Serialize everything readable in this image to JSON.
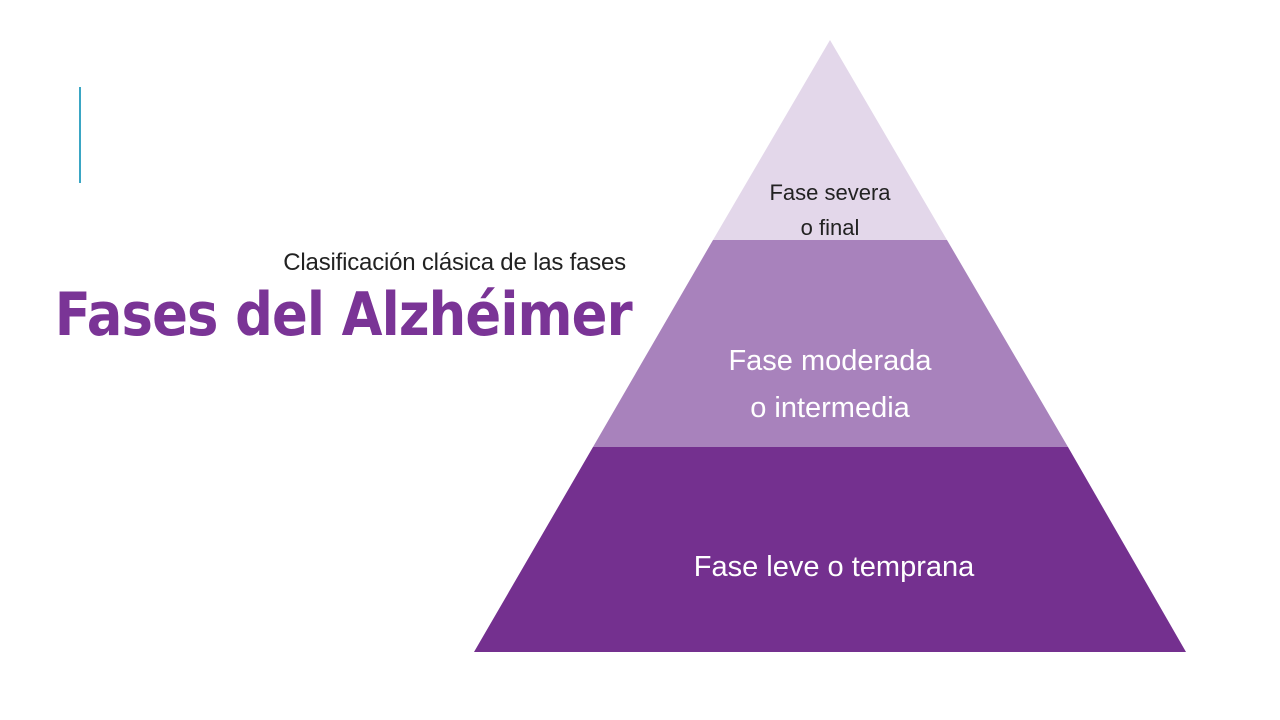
{
  "slide": {
    "subtitle": "Clasificación clásica de las fases",
    "title": "Fases del Alzhéimer",
    "accent_color": "#3aa6c4",
    "title_color": "#7a3496"
  },
  "pyramid": {
    "tiers": [
      {
        "lines": [
          "Fase severa",
          "o final"
        ],
        "color": "#e3d7ea",
        "text_color": "#222222"
      },
      {
        "lines": [
          "Fase moderada",
          "o intermedia"
        ],
        "color": "#a882bc",
        "text_color": "#ffffff"
      },
      {
        "lines": [
          "Fase leve o temprana"
        ],
        "color": "#74308f",
        "text_color": "#ffffff"
      }
    ]
  }
}
